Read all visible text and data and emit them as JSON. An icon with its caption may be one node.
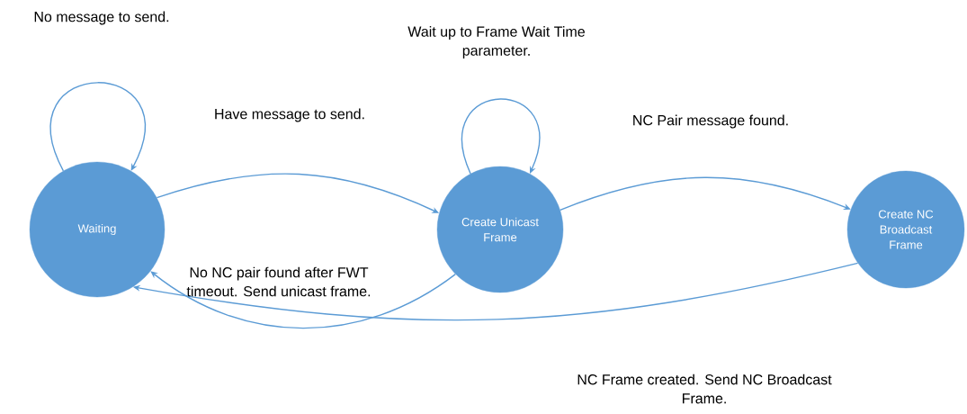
{
  "diagram": {
    "nodes": [
      {
        "text": [
          "Waiting"
        ]
      },
      {
        "text": [
          "Create Unicast Frame"
        ]
      },
      {
        "text": [
          "Create NC Broadcast Frame"
        ]
      }
    ],
    "edges": [
      {
        "from": 0,
        "to": 0,
        "arrow": "to",
        "label": "No message to send."
      },
      {
        "from": 0,
        "to": 1,
        "arrow": "to",
        "label": "Have message to send."
      },
      {
        "from": 1,
        "to": 1,
        "arrow": "to",
        "label": "Wait up to Frame Wait Time parameter."
      },
      {
        "from": 1,
        "to": 2,
        "arrow": "to",
        "label": "NC Pair message found."
      },
      {
        "from": 1,
        "to": 0,
        "arrow": "to",
        "label": "No NC pair found after FWT timeout. Send unicast frame."
      },
      {
        "from": 2,
        "to": 0,
        "arrow": "to",
        "label": "NC Frame created. Send NC Broadcast Frame."
      }
    ]
  }
}
